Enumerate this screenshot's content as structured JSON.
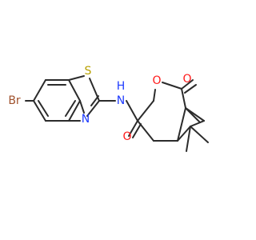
{
  "molecule": {
    "atoms": {
      "br": "Br",
      "s": "S",
      "n_thiazole": "N",
      "nh": "N",
      "h": "H",
      "o_ring": "O",
      "o_ketone": "O",
      "o_amide": "O"
    },
    "colors": {
      "bond": "#2b2b2b",
      "bromine": "#a0522d",
      "sulfur": "#b8a100",
      "nitrogen": "#1f3cff",
      "oxygen": "#ff1a1a"
    }
  }
}
